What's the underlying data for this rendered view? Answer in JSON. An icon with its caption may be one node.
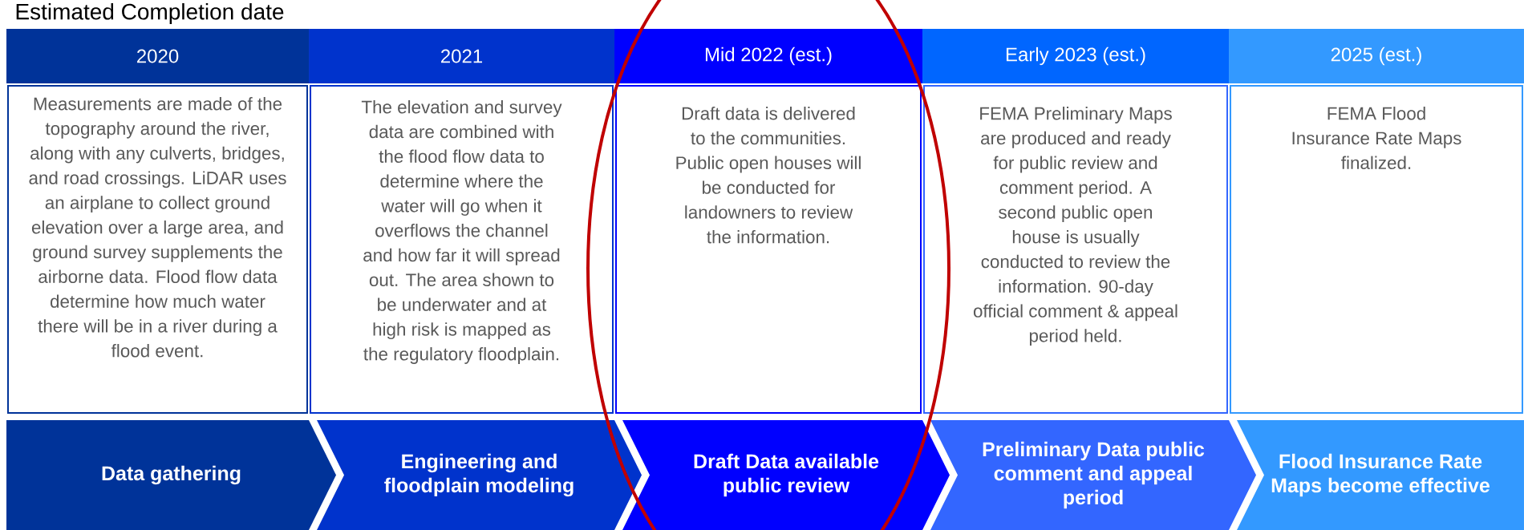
{
  "diagram": {
    "title": "Estimated Completion date",
    "nodes": [
      {
        "text": [
          "2020"
        ]
      },
      {
        "text": [
          "2021"
        ]
      },
      {
        "text": [
          "Mid 2022 (est.)"
        ]
      },
      {
        "text": [
          "Early 2023 (est.)"
        ]
      },
      {
        "text": [
          "2025 (est.)"
        ]
      },
      {
        "text": [
          "Measurements are made of the topography around the river, along with any culverts, bridges, and road crossings. LiDAR uses an airplane to collect ground elevation over a large area, and ground survey supplements the airborne data. Flood flow data determine how much water there will be in a river during a flood event."
        ]
      },
      {
        "text": [
          "The elevation and survey data are combined with the flood flow data to determine where the water will go when it overflows the channel and how far it will spread out. The area shown to be underwater and at high risk is mapped as the regulatory floodplain."
        ]
      },
      {
        "text": [
          "Draft data is delivered to the communities. Public open houses will be conducted for landowners to review the information."
        ]
      },
      {
        "text": [
          "FEMA Preliminary Maps are produced and ready for public review and comment period. A second public open house is usually conducted to review the information. 90-day official comment & appeal period held."
        ]
      },
      {
        "text": [
          "FEMA Flood Insurance Rate Maps finalized."
        ]
      },
      {
        "text": [
          "Data gathering"
        ]
      },
      {
        "text": [
          "Engineering and floodplain modeling"
        ]
      },
      {
        "text": [
          "Draft Data available public review"
        ]
      },
      {
        "text": [
          "Preliminary Data public comment and appeal period"
        ]
      },
      {
        "text": [
          "Flood Insurance Rate Maps become effective"
        ]
      }
    ]
  }
}
